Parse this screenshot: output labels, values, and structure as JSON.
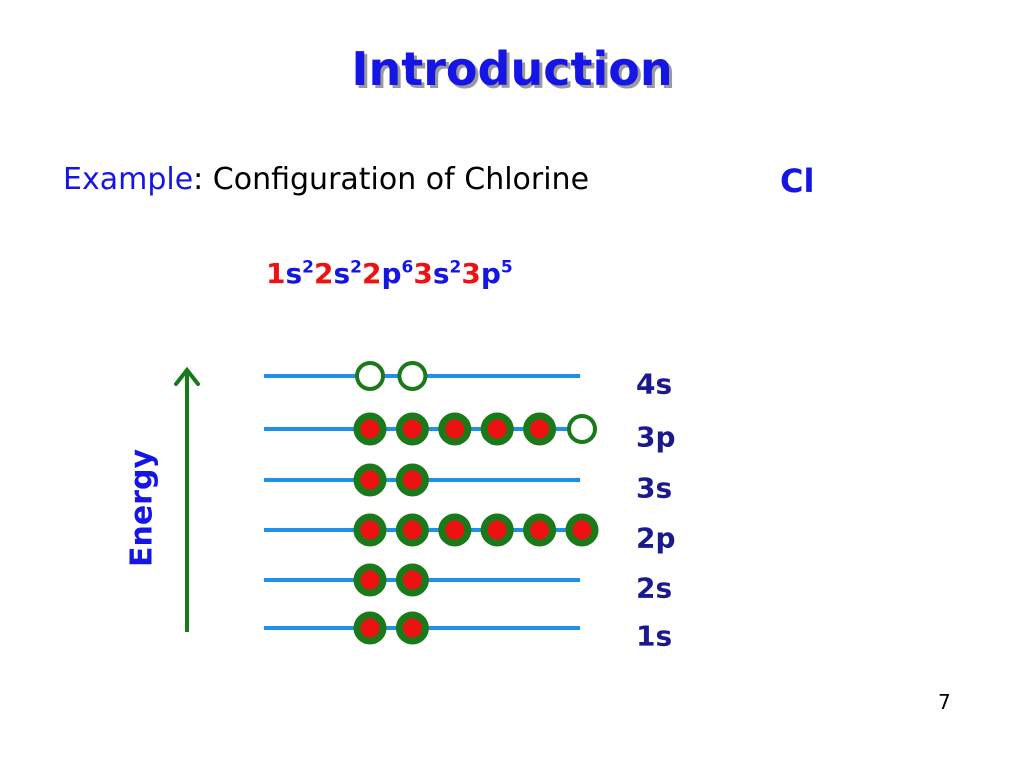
{
  "title": "Introduction",
  "example": {
    "label": "Example",
    "separator": ":",
    "text": " Configuration of Chlorine",
    "symbol": "Cl"
  },
  "configuration": [
    {
      "n": "1",
      "orbital": "s",
      "electrons": "2"
    },
    {
      "n": "2",
      "orbital": "s",
      "electrons": "2"
    },
    {
      "n": "2",
      "orbital": "p",
      "electrons": "6"
    },
    {
      "n": "3",
      "orbital": "s",
      "electrons": "2"
    },
    {
      "n": "3",
      "orbital": "p",
      "electrons": "5"
    }
  ],
  "energy_axis": {
    "label": "Energy"
  },
  "levels": [
    {
      "label": "4s",
      "capacity": 2,
      "filled": 0
    },
    {
      "label": "3p",
      "capacity": 6,
      "filled": 5
    },
    {
      "label": "3s",
      "capacity": 2,
      "filled": 2
    },
    {
      "label": "2p",
      "capacity": 6,
      "filled": 6
    },
    {
      "label": "2s",
      "capacity": 2,
      "filled": 2
    },
    {
      "label": "1s",
      "capacity": 2,
      "filled": 2
    }
  ],
  "colors": {
    "title": "#1515e6",
    "level_line": "#1e90e8",
    "axis": "#1a7a1a",
    "electron_fill": "#ee1111",
    "electron_ring": "#1a7a1a",
    "label": "#1a1a8c"
  },
  "page_number": "7"
}
